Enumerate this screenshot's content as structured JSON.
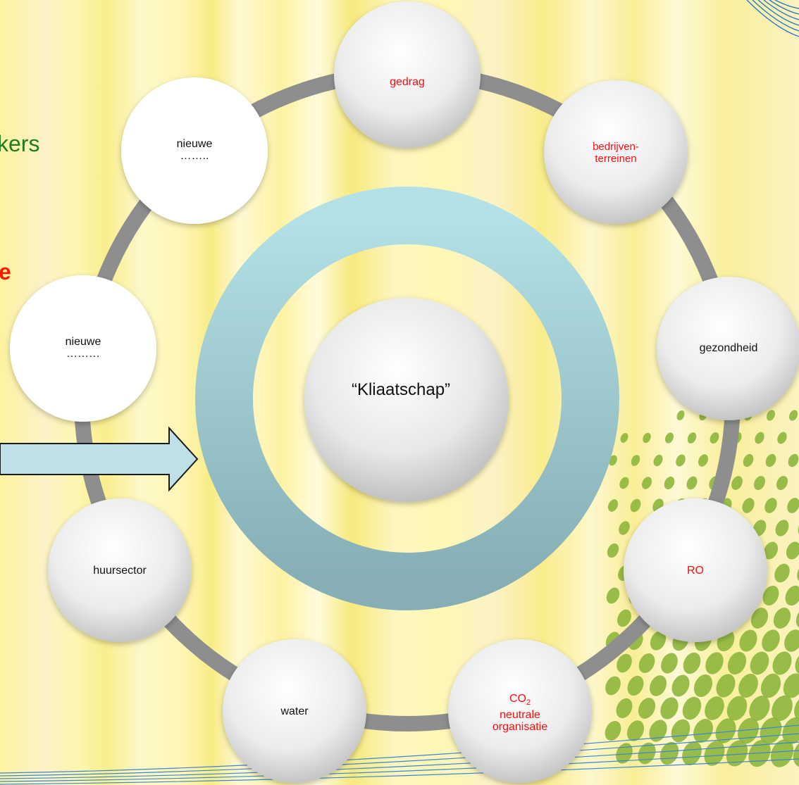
{
  "left_fragments": {
    "green_text": "kers",
    "red_text": "e"
  },
  "center": {
    "label": "“Kliaatschap”"
  },
  "nodes": [
    {
      "label": "gedrag",
      "color": "#ff0d0d"
    },
    {
      "label": "bedrijven-",
      "label2": "terreinen",
      "color": "#ff0d0d"
    },
    {
      "label": "gezondheid",
      "color": "#111111"
    },
    {
      "label": "RO",
      "color": "#ff0d0d"
    },
    {
      "label": "CO",
      "sub": "2",
      "label2": "neutrale",
      "label3": "organisatie",
      "color": "#ff0d0d"
    },
    {
      "label": "water",
      "color": "#111111"
    },
    {
      "label": "huursector",
      "color": "#111111"
    },
    {
      "label": "nieuwe",
      "label2": "………",
      "color": "#111111"
    },
    {
      "label": "nieuwe",
      "label2": "……..",
      "color": "#111111"
    }
  ],
  "colors": {
    "ring": "#8e8e8e",
    "inner_ring": "#9fcfd5",
    "arrow_fill": "#bfe0e6",
    "dots": "#8db63c"
  }
}
